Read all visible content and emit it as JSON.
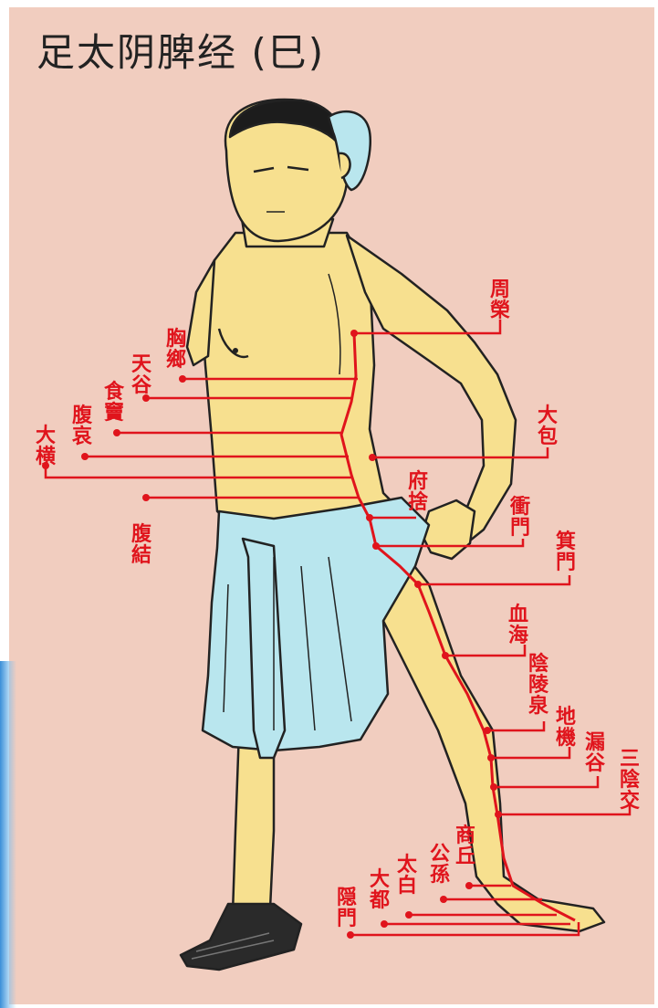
{
  "title": "足太阴脾经 (巳)",
  "points": [
    {
      "id": "zhou-rong",
      "text": "周榮"
    },
    {
      "id": "xiong-xiang",
      "text": "胸鄉"
    },
    {
      "id": "tian-xi",
      "text": "天谷"
    },
    {
      "id": "shi-dou",
      "text": "食竇"
    },
    {
      "id": "fu-ai",
      "text": "腹哀"
    },
    {
      "id": "da-heng",
      "text": "大横"
    },
    {
      "id": "da-bao",
      "text": "大包"
    },
    {
      "id": "fu-she",
      "text": "府捨"
    },
    {
      "id": "fu-jie",
      "text": "腹結"
    },
    {
      "id": "chong-men",
      "text": "衝門"
    },
    {
      "id": "ji-men",
      "text": "箕門"
    },
    {
      "id": "xue-hai",
      "text": "血海"
    },
    {
      "id": "yin-ling-quan",
      "text": "陰陵泉"
    },
    {
      "id": "di-ji",
      "text": "地機"
    },
    {
      "id": "lou-gu",
      "text": "漏谷"
    },
    {
      "id": "san-yin-jiao",
      "text": "三陰交"
    },
    {
      "id": "shang-qiu",
      "text": "商丘"
    },
    {
      "id": "gong-sun",
      "text": "公孫"
    },
    {
      "id": "tai-bai",
      "text": "太白"
    },
    {
      "id": "da-du",
      "text": "大都"
    },
    {
      "id": "yin-bai",
      "text": "隠門"
    }
  ],
  "colors": {
    "background": "#f1cdbf",
    "skin": "#f7e08f",
    "cloth": "#b9e6ee",
    "meridian": "#e0141c",
    "outline": "#222222",
    "hair": "#1c1c1c"
  }
}
